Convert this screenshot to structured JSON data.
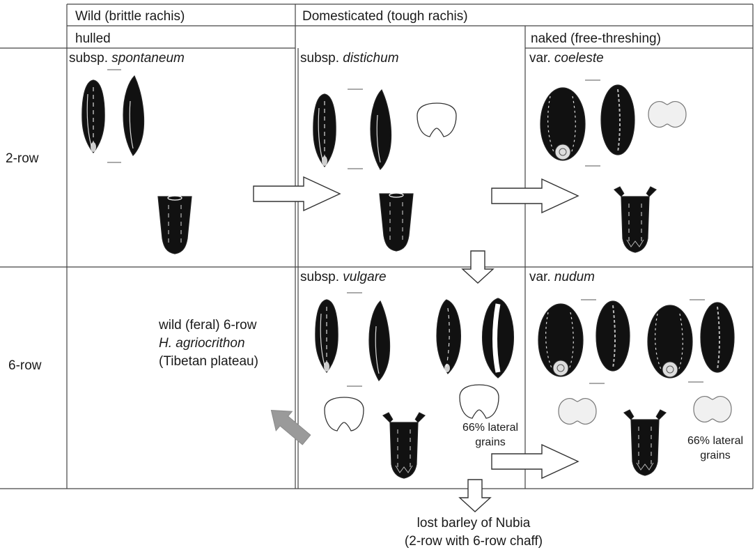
{
  "header": {
    "wild": "Wild (brittle rachis)",
    "domesticated": "Domesticated (tough rachis)",
    "hulled": "hulled",
    "naked": "naked (free-threshing)"
  },
  "rows": {
    "two_row": "2-row",
    "six_row": "6-row"
  },
  "taxa": {
    "spontaneum": {
      "prefix": "subsp. ",
      "name": "spontaneum"
    },
    "distichum": {
      "prefix": "subsp. ",
      "name": "distichum"
    },
    "coeleste": {
      "prefix": "var. ",
      "name": "coeleste"
    },
    "vulgare": {
      "prefix": "subsp. ",
      "name": "vulgare"
    },
    "nudum": {
      "prefix": "var. ",
      "name": "nudum"
    }
  },
  "feral": {
    "line1": "wild (feral) 6-row",
    "line2": "H. agriocrithon",
    "line3": "(Tibetan plateau)"
  },
  "lateral_note": {
    "line1": "66% lateral",
    "line2": "grains"
  },
  "nubia": {
    "line1": "lost barley of Nubia",
    "line2": "(2-row with 6-row chaff)"
  },
  "colors": {
    "grain": "#111111",
    "feral_arrow": "#9a9a9a",
    "grid": "#444444"
  }
}
